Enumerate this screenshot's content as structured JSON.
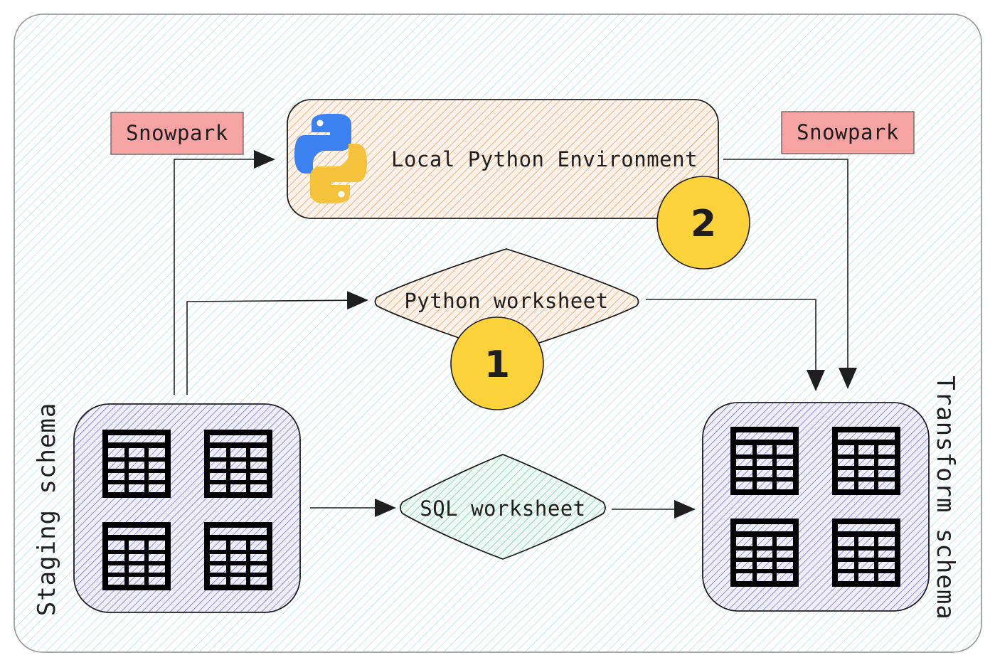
{
  "colors": {
    "canvas_hatch": "#a5d8dc",
    "python_env_hatch": "#e8a36a",
    "python_ws_hatch": "#e8a36a",
    "sql_ws_hatch": "#7fcfa9",
    "schema_hatch": "#6c6cd8",
    "snowpark_fill": "#f5a3a3",
    "badge_fill": "#fcd33a",
    "python_blue": "#3b82f0",
    "python_yellow": "#f5c23b"
  },
  "labels": {
    "snowpark_left": "Snowpark",
    "snowpark_right": "Snowpark",
    "local_python_env": "Local Python Environment",
    "python_worksheet": "Python worksheet",
    "sql_worksheet": "SQL worksheet",
    "staging_schema": "Staging schema",
    "transform_schema": "Transform schema",
    "badge_1": "1",
    "badge_2": "2"
  },
  "icons": {
    "python_logo": "python-logo-icon",
    "table": "table-icon"
  }
}
